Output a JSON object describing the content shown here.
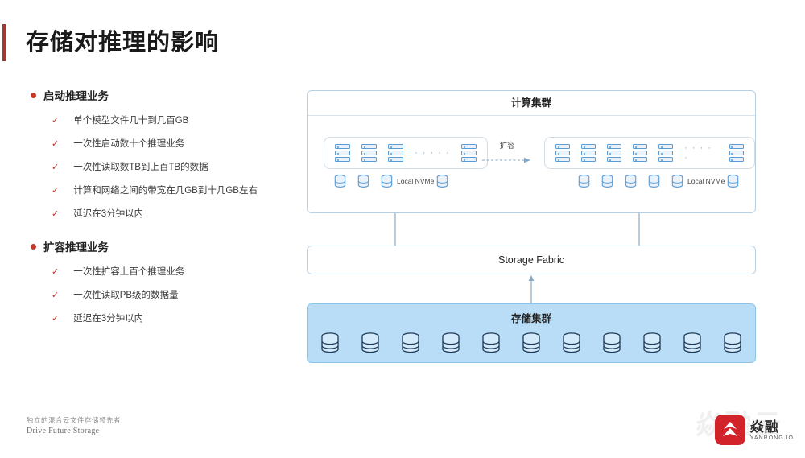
{
  "slide": {
    "title": "存储对推理的影响",
    "accent_color": "#9e3b36"
  },
  "bullets": {
    "sections": [
      {
        "heading": "启动推理业务",
        "items": [
          "单个模型文件几十到几百GB",
          "一次性启动数十个推理业务",
          "一次性读取数TB到上百TB的数据",
          "计算和网络之间的带宽在几GB到十几GB左右",
          "延迟在3分钟以内"
        ]
      },
      {
        "heading": "扩容推理业务",
        "items": [
          "一次性扩容上百个推理业务",
          "一次性读取PB级的数据量",
          "延迟在3分钟以内"
        ]
      }
    ],
    "bullet_color": "#c0392b",
    "tick_glyph": "✓",
    "tick_color": "#b5342b"
  },
  "diagram": {
    "compute": {
      "title": "计算集群",
      "left_group": {
        "servers_before_dots": 3,
        "dots": "· · · · ·",
        "servers_after_dots": 1,
        "nvme_disks_before_label": 3,
        "nvme_label": "Local NVMe",
        "nvme_disks_after_label": 1
      },
      "right_group": {
        "servers_before_dots": 5,
        "dots": "· · · · ·",
        "servers_after_dots": 1,
        "nvme_disks_before_label": 5,
        "nvme_label": "Local NVMe",
        "nvme_disks_after_label": 1
      },
      "scale_arrow_label": "扩容"
    },
    "fabric": {
      "title": "Storage Fabric"
    },
    "storage": {
      "title": "存储集群",
      "disk_count": 11,
      "fill_color": "#b9ddf7",
      "border_color": "#8fc4e8"
    },
    "accent_blue": "#5b9bd5"
  },
  "footer": {
    "tagline_cn": "独立的混合云文件存储领先者",
    "tagline_en": "Drive Future Storage"
  },
  "brand": {
    "name_cn": "焱融",
    "name_en": "YANRONG.IO",
    "mark_color": "#d2222a",
    "watermark": "焱融云"
  }
}
